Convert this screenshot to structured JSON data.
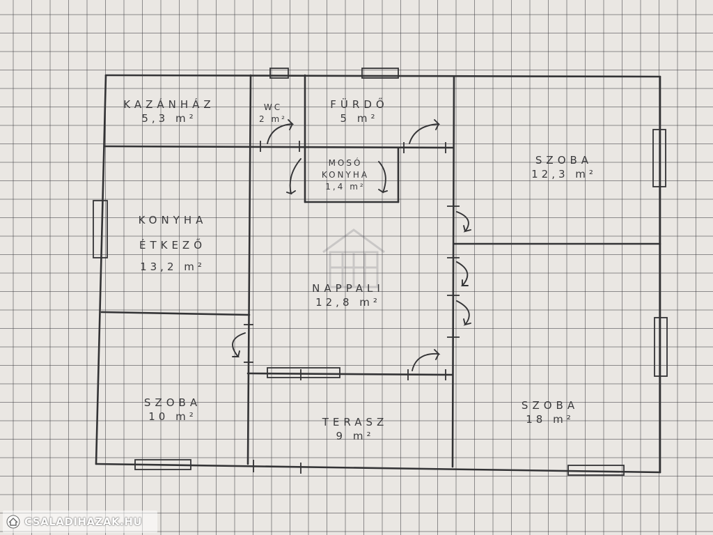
{
  "plan": {
    "rooms": [
      {
        "id": "kazanhaz",
        "name": "KAZÁNHÁZ",
        "area": "5,3 m²"
      },
      {
        "id": "wc",
        "name": "WC",
        "area": "2 m²"
      },
      {
        "id": "furdo",
        "name": "FÜRDŐ",
        "area": "5 m²"
      },
      {
        "id": "moso-konyha",
        "name": "MOSÓ KONYHA",
        "area": "1,4 m²"
      },
      {
        "id": "szoba-ne",
        "name": "SZOBA",
        "area": "12,3 m²"
      },
      {
        "id": "konyha-etkezo",
        "name": "KONYHA ÉTKEZŐ",
        "area": "13,2 m²"
      },
      {
        "id": "nappali",
        "name": "NAPPALI",
        "area": "12,8 m²"
      },
      {
        "id": "szoba-sw",
        "name": "SZOBA",
        "area": "10 m²"
      },
      {
        "id": "terasz",
        "name": "TERASZ",
        "area": "9 m²"
      },
      {
        "id": "szoba-se",
        "name": "SZOBA",
        "area": "18 m²"
      }
    ]
  },
  "footer": {
    "logo_icon": "house-logo-icon",
    "site": "CSALADIHAZAK.HU"
  },
  "colors": {
    "ink": "#3a3a3c",
    "paper": "#eae7e3",
    "grid": "#505055"
  }
}
